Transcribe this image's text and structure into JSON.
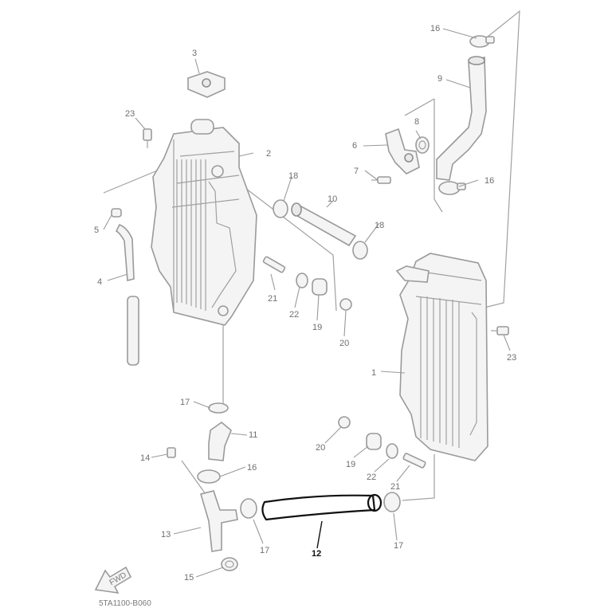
{
  "diagram": {
    "highlighted_part": "12",
    "callouts": {
      "p1": "1",
      "p2": "2",
      "p3": "3",
      "p4": "4",
      "p5": "5",
      "p6": "6",
      "p7": "7",
      "p8": "8",
      "p9": "9",
      "p10": "10",
      "p11": "11",
      "p12": "12",
      "p13": "13",
      "p14": "14",
      "p15": "15",
      "p16a": "16",
      "p16b": "16",
      "p16c": "16",
      "p17a": "17",
      "p17b": "17",
      "p17c": "17",
      "p18a": "18",
      "p18b": "18",
      "p19a": "19",
      "p19b": "19",
      "p20a": "20",
      "p20b": "20",
      "p21a": "21",
      "p21b": "21",
      "p22a": "22",
      "p22b": "22",
      "p23a": "23",
      "p23b": "23"
    },
    "fwd_label": "FWD",
    "diagram_code": "5TA1100-B060"
  }
}
